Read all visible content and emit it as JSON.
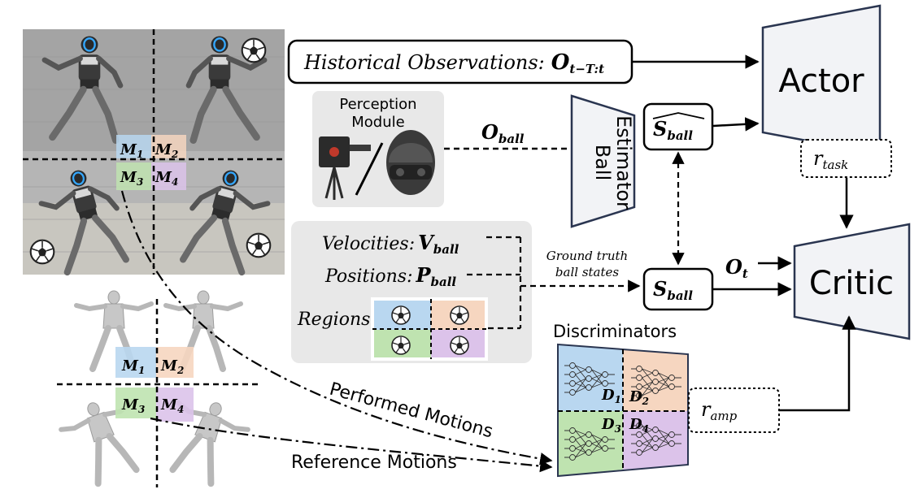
{
  "observations": {
    "label": "Historical Observations:",
    "symbol": "O",
    "subscript": "t−T:t"
  },
  "actor": {
    "label": "Actor"
  },
  "critic": {
    "label": "Critic"
  },
  "perception": {
    "line1": "Perception",
    "line2": "Module"
  },
  "ball_obs": {
    "symbol": "O",
    "subscript": "ball"
  },
  "estimator": {
    "line1": "Ball",
    "line2": "Estimator"
  },
  "est_state": {
    "symbol": "S",
    "subscript": "ball",
    "accent": "hat"
  },
  "true_state": {
    "symbol": "S",
    "subscript": "ball"
  },
  "r_task": {
    "symbol": "r",
    "subscript": "task"
  },
  "r_amp": {
    "symbol": "r",
    "subscript": "amp"
  },
  "o_t": {
    "symbol": "O",
    "subscript": "t"
  },
  "gt_label": {
    "line1": "Ground truth",
    "line2": "ball states"
  },
  "ball_info": {
    "velocities": {
      "label": "Velocities:",
      "symbol": "V",
      "subscript": "ball"
    },
    "positions": {
      "label": "Positions:",
      "symbol": "P",
      "subscript": "ball"
    },
    "regions": {
      "label": "Regions",
      "colon": ":"
    }
  },
  "discriminators": {
    "title": "Discriminators",
    "items": [
      {
        "symbol": "D",
        "subscript": "1"
      },
      {
        "symbol": "D",
        "subscript": "2"
      },
      {
        "symbol": "D",
        "subscript": "3"
      },
      {
        "symbol": "D",
        "subscript": "4"
      }
    ]
  },
  "motion_regions": [
    {
      "symbol": "M",
      "subscript": "1"
    },
    {
      "symbol": "M",
      "subscript": "2"
    },
    {
      "symbol": "M",
      "subscript": "3"
    },
    {
      "symbol": "M",
      "subscript": "4"
    }
  ],
  "arrows": {
    "performed": "Performed Motions",
    "reference": "Reference Motions"
  },
  "colors": {
    "region_1": "#b9d7f0",
    "region_2": "#f6d6c0",
    "region_3": "#bfe3b0",
    "region_4": "#dcc3ea",
    "panel_gray": "#e8e8e8",
    "box_fill": "#f2f3f6",
    "box_stroke": "#2a3550"
  },
  "icons": [
    "robot-goalkeeper-photo",
    "human-goalkeeper-pose",
    "camera-icon",
    "vr-headset-icon",
    "soccer-goal-icon",
    "soccer-ball-icon",
    "neural-network-icon"
  ]
}
